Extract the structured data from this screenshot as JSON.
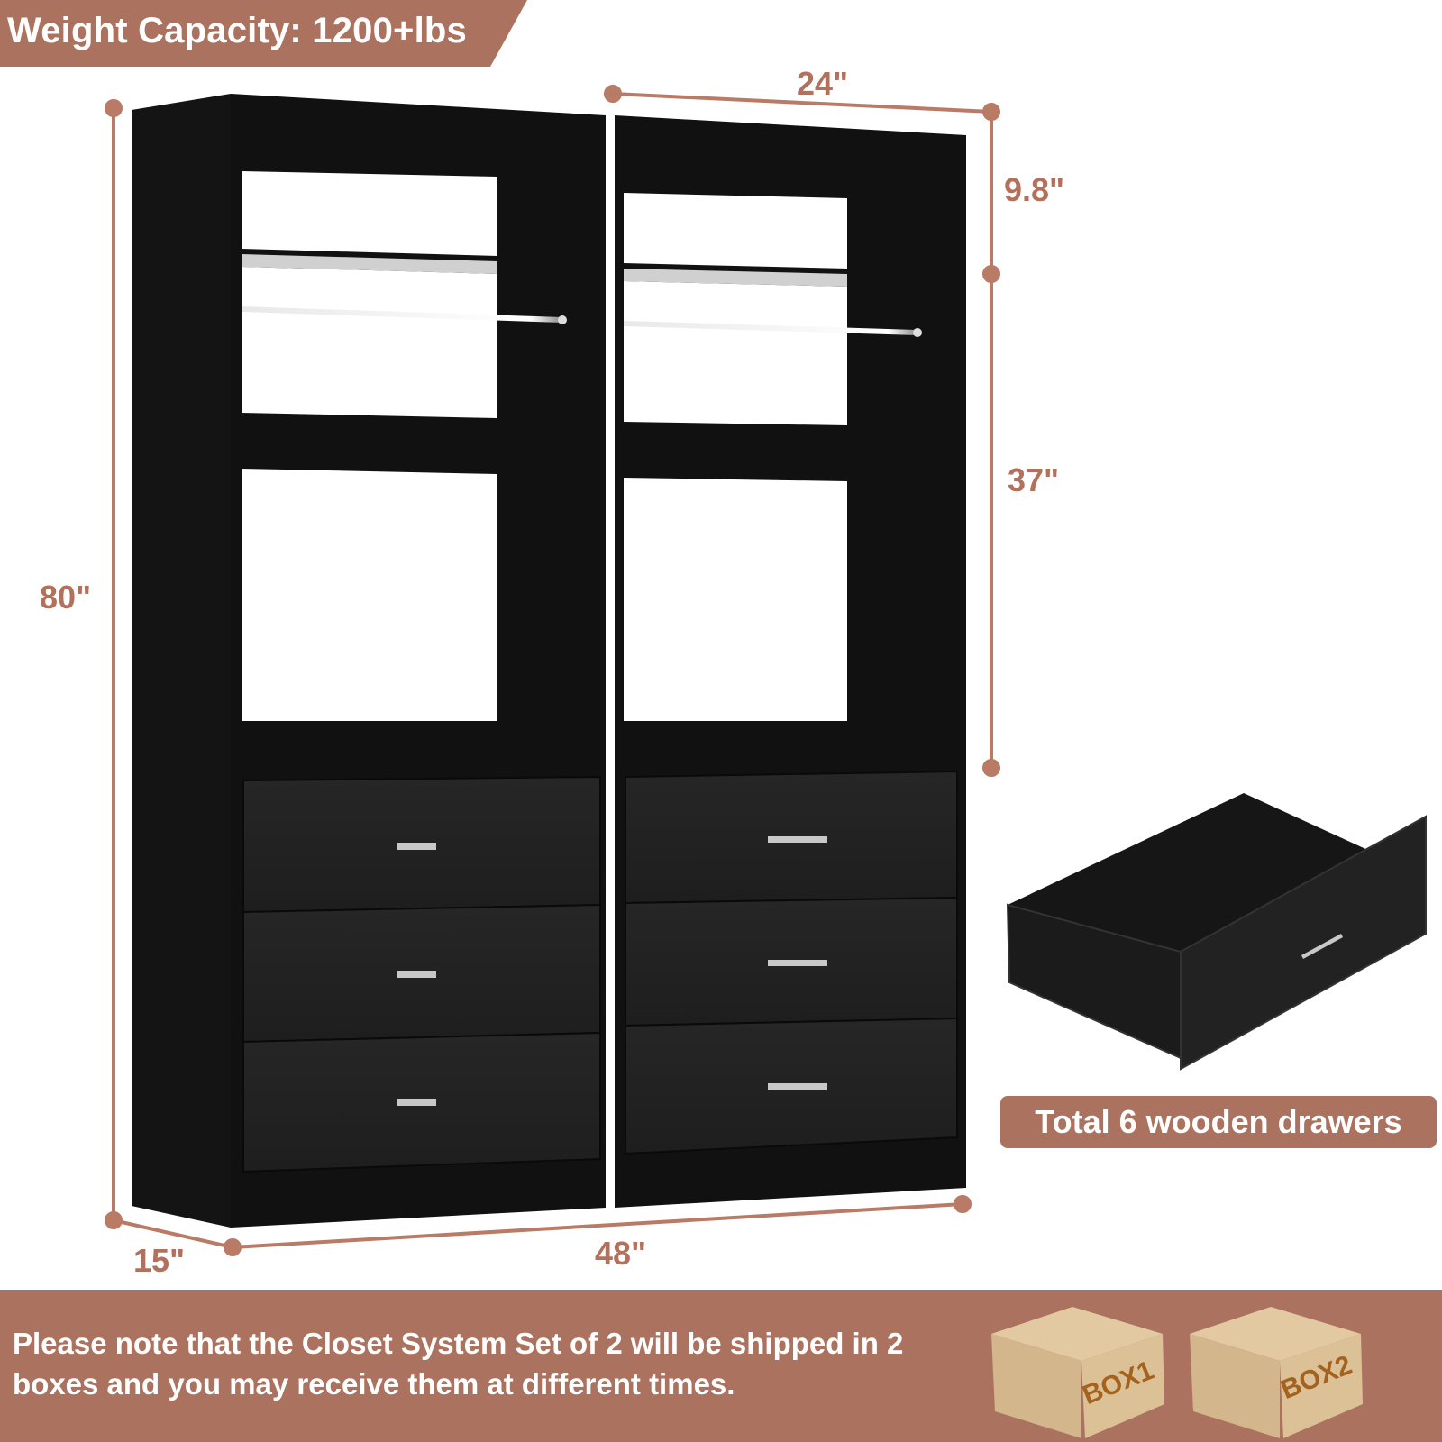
{
  "header": {
    "weight_capacity": "Weight Capacity: 1200+lbs"
  },
  "dimensions": {
    "height_total": "80\"",
    "width_unit": "24\"",
    "top_section": "9.8\"",
    "hanging_section": "37\"",
    "depth": "15\"",
    "width_total": "48\""
  },
  "product": {
    "units": 2,
    "drawers_per_unit": 3,
    "drawer_badge": "Total 6 wooden drawers"
  },
  "footer": {
    "note": "Please note that the Closet System Set of 2 will be shipped in 2 boxes and you may receive them at different times.",
    "boxes": [
      {
        "label": "BOX1"
      },
      {
        "label": "BOX2"
      }
    ]
  },
  "colors": {
    "accent": "#ab735f",
    "dimension_line": "#b97a66",
    "furniture": "#1c1c1c",
    "box_label": "#a4621f"
  }
}
